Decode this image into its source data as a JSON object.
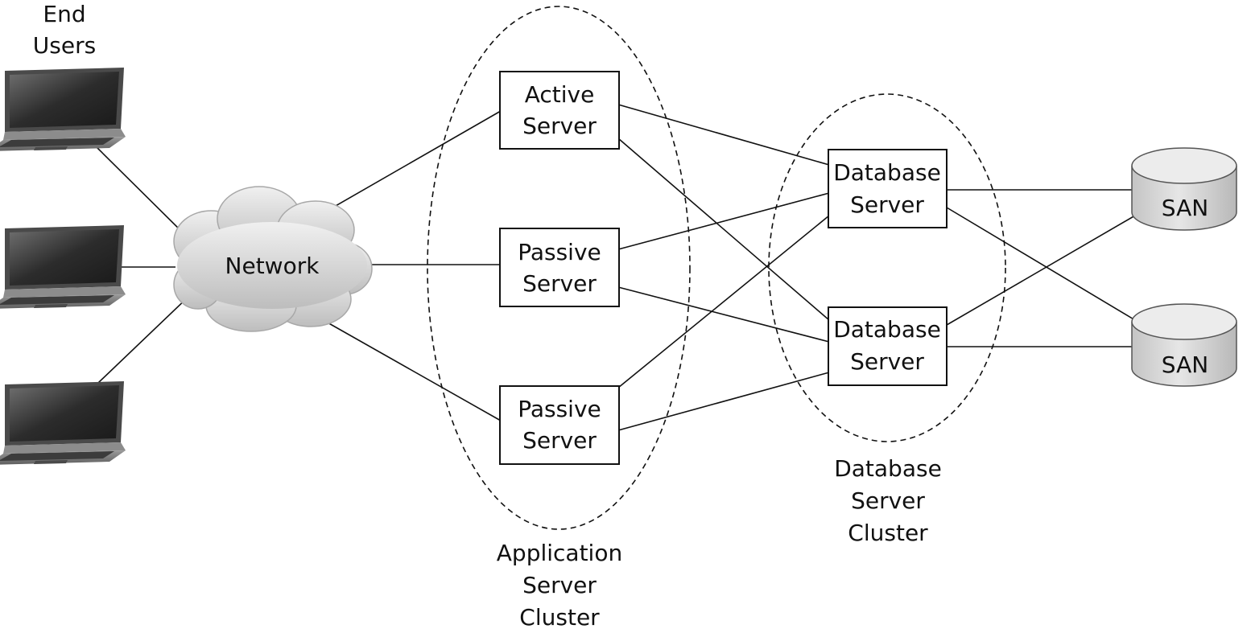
{
  "end_users": {
    "line1": "End",
    "line2": "Users"
  },
  "network": {
    "label": "Network"
  },
  "app_servers": [
    {
      "line1": "Active",
      "line2": "Server"
    },
    {
      "line1": "Passive",
      "line2": "Server"
    },
    {
      "line1": "Passive",
      "line2": "Server"
    }
  ],
  "db_servers": [
    {
      "line1": "Database",
      "line2": "Server"
    },
    {
      "line1": "Database",
      "line2": "Server"
    }
  ],
  "san": [
    {
      "label": "SAN"
    },
    {
      "label": "SAN"
    }
  ],
  "app_cluster": {
    "line1": "Application",
    "line2": "Server",
    "line3": "Cluster"
  },
  "db_cluster": {
    "line1": "Database",
    "line2": "Server",
    "line3": "Cluster"
  },
  "colors": {
    "line": "#111111",
    "cloud": "#d4d4d4",
    "san": "#d6d6d6",
    "laptop": "#5a5a5a"
  },
  "icons": {
    "end_user": "laptop-icon",
    "network": "cloud-icon",
    "storage": "cylinder-icon"
  }
}
